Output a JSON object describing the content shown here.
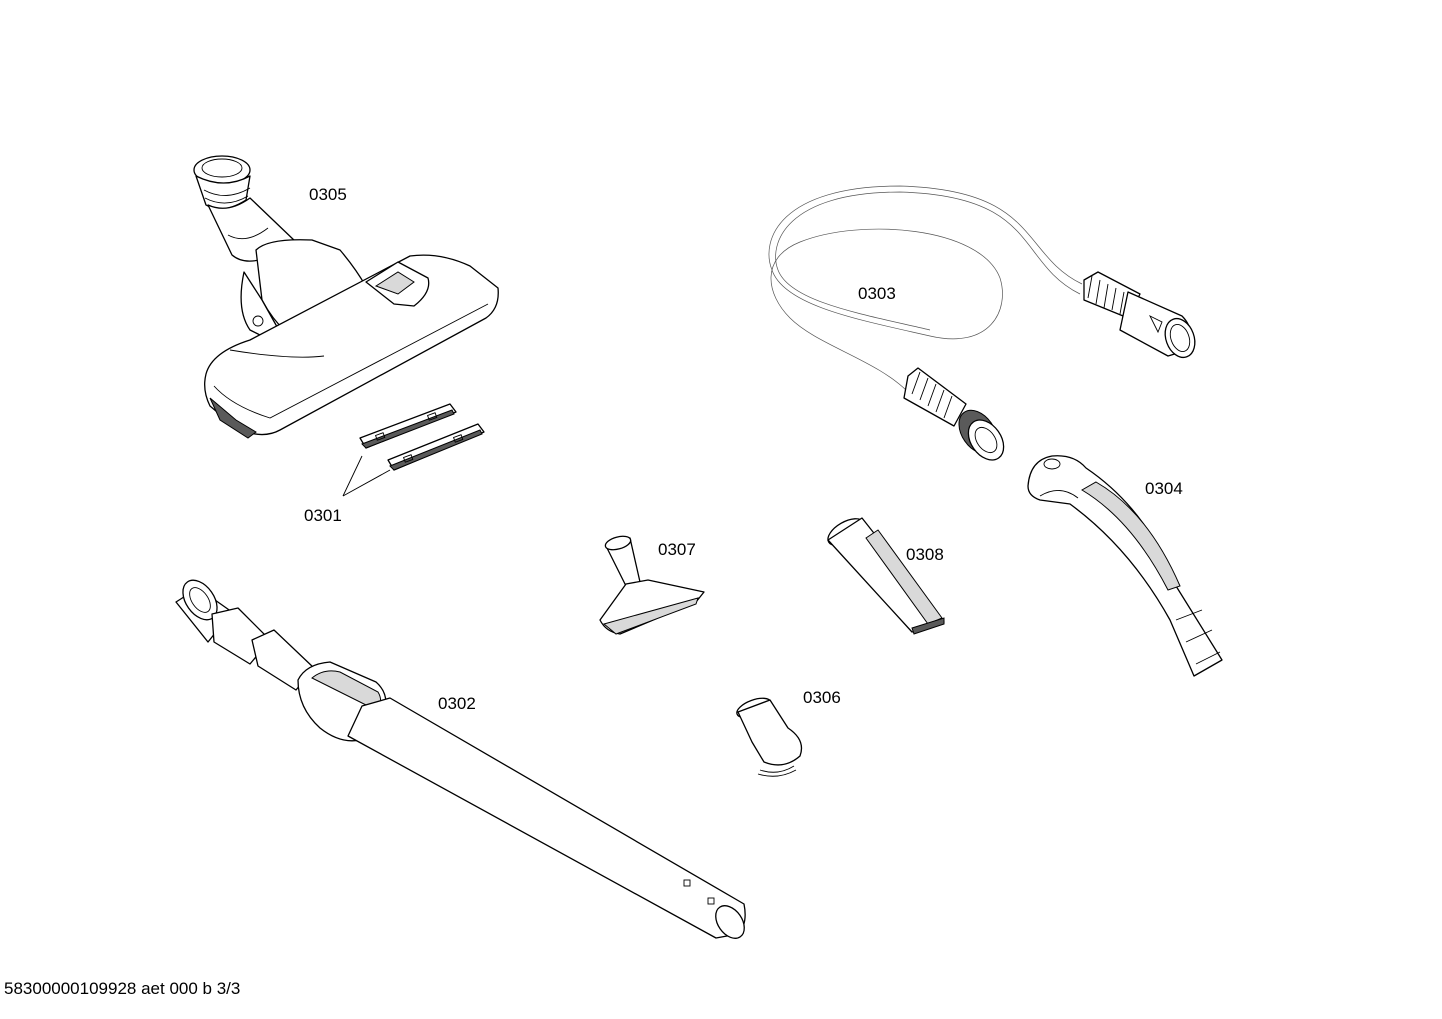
{
  "labels": {
    "p0301": "0301",
    "p0302": "0302",
    "p0303": "0303",
    "p0304": "0304",
    "p0305": "0305",
    "p0306": "0306",
    "p0307": "0307",
    "p0308": "0308"
  },
  "footer": "58300000109928 aet 000 b 3/3"
}
